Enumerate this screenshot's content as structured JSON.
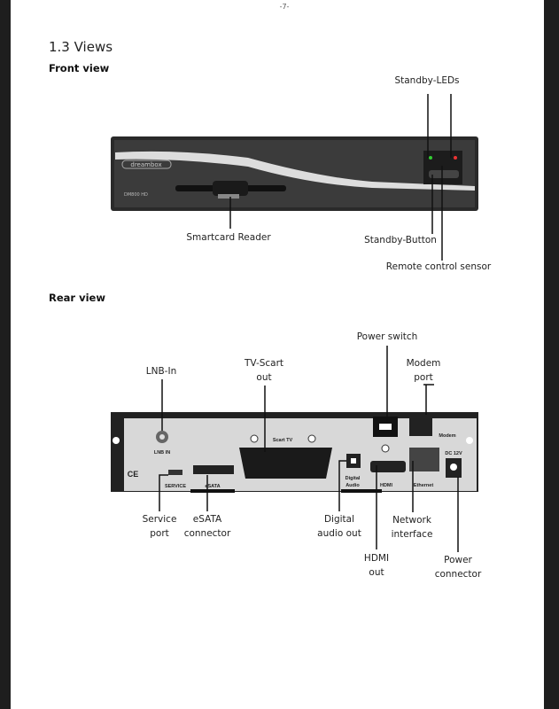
{
  "page_number": "-7-",
  "section_title": "1.3 Views",
  "front": {
    "heading": "Front view",
    "brand": "dreambox",
    "model": "DM800 HD",
    "labels": {
      "leds": "Standby-LEDs",
      "smartcard": "Smartcard Reader",
      "button": "Standby-Button",
      "sensor": "Remote control sensor"
    }
  },
  "rear": {
    "heading": "Rear view",
    "labels": {
      "power_switch": "Power switch",
      "scart_1": "TV-Scart",
      "scart_2": "out",
      "lnb": "LNB-In",
      "modem_1": "Modem",
      "modem_2": "port",
      "service_1": "Service",
      "service_2": "port",
      "esata_1": "eSATA",
      "esata_2": "connector",
      "audio_1": "Digital",
      "audio_2": "audio out",
      "network_1": "Network",
      "network_2": "interface",
      "hdmi_1": "HDMI",
      "hdmi_2": "out",
      "power_1": "Power",
      "power_2": "connector"
    },
    "panel": {
      "lnb": "LNB IN",
      "scart": "Scart TV",
      "service": "SERVICE",
      "esata": "eSATA",
      "audio_1": "Digital",
      "audio_2": "Audio",
      "hdmi": "HDMI",
      "ethernet": "Ethernet",
      "modem": "Modem",
      "dc": "DC 12V",
      "ce": "CE"
    }
  }
}
